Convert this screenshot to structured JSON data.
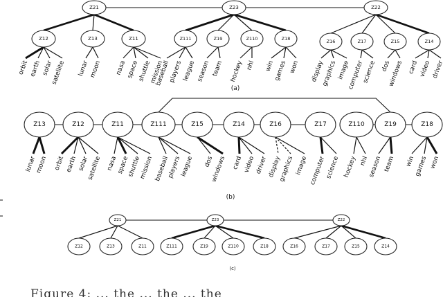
{
  "panels": [
    {
      "caption": "(a)",
      "nodes": [
        {
          "id": "z21",
          "label": "Z21"
        },
        {
          "id": "z23",
          "label": "Z23"
        },
        {
          "id": "z22",
          "label": "Z22"
        },
        {
          "id": "z12",
          "label": "Z12"
        },
        {
          "id": "z13",
          "label": "Z13"
        },
        {
          "id": "z11",
          "label": "Z11"
        },
        {
          "id": "z111",
          "label": "Z111"
        },
        {
          "id": "z19",
          "label": "Z19"
        },
        {
          "id": "z110",
          "label": "Z110"
        },
        {
          "id": "z18",
          "label": "Z18"
        },
        {
          "id": "z16",
          "label": "Z16"
        },
        {
          "id": "z17",
          "label": "Z17"
        },
        {
          "id": "z15",
          "label": "Z15"
        },
        {
          "id": "z14",
          "label": "Z14"
        }
      ],
      "words": [
        "orbit",
        "earth",
        "solar",
        "satellite",
        "lunar",
        "moon",
        "nasa",
        "space",
        "shuttle",
        "mission",
        "baseball",
        "players",
        "league",
        "season",
        "team",
        "hockey",
        "nhl",
        "win",
        "games",
        "won",
        "display",
        "graphics",
        "image",
        "computer",
        "science",
        "dos",
        "windows",
        "card",
        "video",
        "driver"
      ]
    },
    {
      "caption": "(b)",
      "nodes": [
        {
          "id": "z13",
          "label": "Z13"
        },
        {
          "id": "z12",
          "label": "Z12"
        },
        {
          "id": "z11",
          "label": "Z11"
        },
        {
          "id": "z111",
          "label": "Z111"
        },
        {
          "id": "z15",
          "label": "Z15"
        },
        {
          "id": "z14",
          "label": "Z14"
        },
        {
          "id": "z16",
          "label": "Z16"
        },
        {
          "id": "z17",
          "label": "Z17"
        },
        {
          "id": "z110",
          "label": "Z110"
        },
        {
          "id": "z19",
          "label": "Z19"
        },
        {
          "id": "z18",
          "label": "Z18"
        }
      ],
      "words": [
        "lunar",
        "moon",
        "orbit",
        "earth",
        "solar",
        "satellite",
        "nasa",
        "space",
        "shuttle",
        "mission",
        "baseball",
        "players",
        "league",
        "dos",
        "windows",
        "card",
        "video",
        "driver",
        "display",
        "graphics",
        "image",
        "computer",
        "science",
        "hockey",
        "nhl",
        "season",
        "team",
        "win",
        "games",
        "won"
      ]
    },
    {
      "caption": "(c)",
      "nodes": [
        {
          "id": "z21",
          "label": "Z21"
        },
        {
          "id": "z23",
          "label": "Z23"
        },
        {
          "id": "z22",
          "label": "Z22"
        },
        {
          "id": "z12",
          "label": "Z12"
        },
        {
          "id": "z13",
          "label": "Z13"
        },
        {
          "id": "z11",
          "label": "Z11"
        },
        {
          "id": "z111",
          "label": "Z111"
        },
        {
          "id": "z19",
          "label": "Z19"
        },
        {
          "id": "z110",
          "label": "Z110"
        },
        {
          "id": "z18",
          "label": "Z18"
        },
        {
          "id": "z16",
          "label": "Z16"
        },
        {
          "id": "z17",
          "label": "Z17"
        },
        {
          "id": "z15",
          "label": "Z15"
        },
        {
          "id": "z14",
          "label": "Z14"
        }
      ],
      "words": []
    }
  ],
  "cutoff_text": "Figure 4: ... the ... the ... the"
}
